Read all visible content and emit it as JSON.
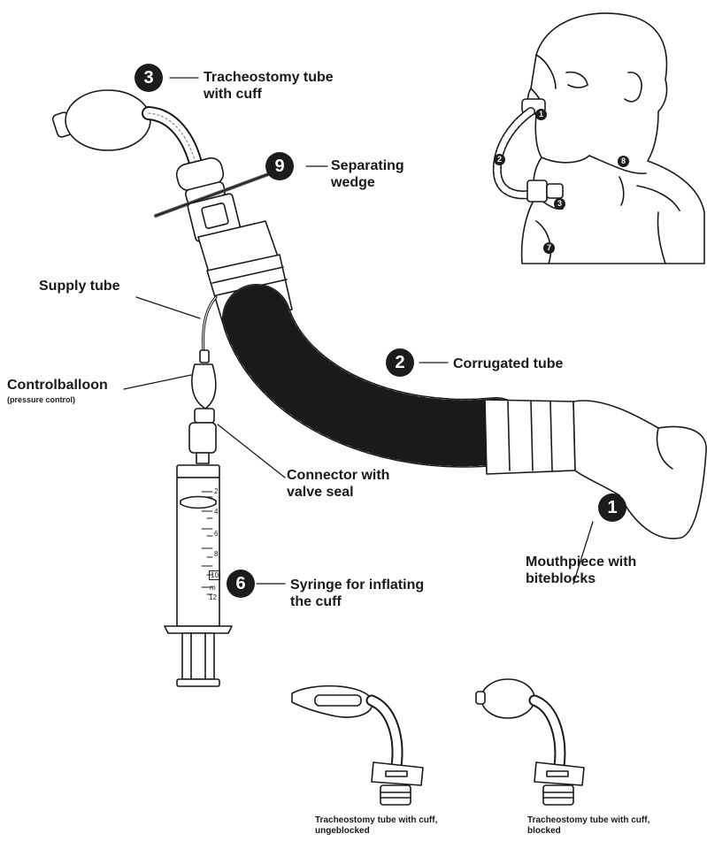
{
  "callouts": {
    "trach": {
      "num": "3",
      "line1": "Tracheostomy tube",
      "line2": "with cuff"
    },
    "wedge": {
      "num": "9",
      "line1": "Separating",
      "line2": "wedge"
    },
    "supply": {
      "label": "Supply tube"
    },
    "balloon": {
      "line1": "Controlballoon",
      "line2": "(pressure control)"
    },
    "corrugated": {
      "num": "2",
      "label": "Corrugated tube"
    },
    "connector": {
      "line1": "Connector with",
      "line2": "valve seal"
    },
    "mouthpiece": {
      "num": "1",
      "line1": "Mouthpiece with",
      "line2": "biteblocks"
    },
    "syringe": {
      "num": "6",
      "line1": "Syringe for inflating",
      "line2": "the cuff"
    }
  },
  "syringe_scale": [
    "2",
    "4",
    "6",
    "8",
    "10",
    "m",
    "12"
  ],
  "inset_markers": [
    "1",
    "2",
    "3",
    "8",
    "7"
  ],
  "captions": {
    "unblocked": {
      "line1": "Tracheostomy tube with cuff,",
      "line2": "ungeblocked"
    },
    "blocked": {
      "line1": "Tracheostomy tube with cuff,",
      "line2": "blocked"
    }
  }
}
